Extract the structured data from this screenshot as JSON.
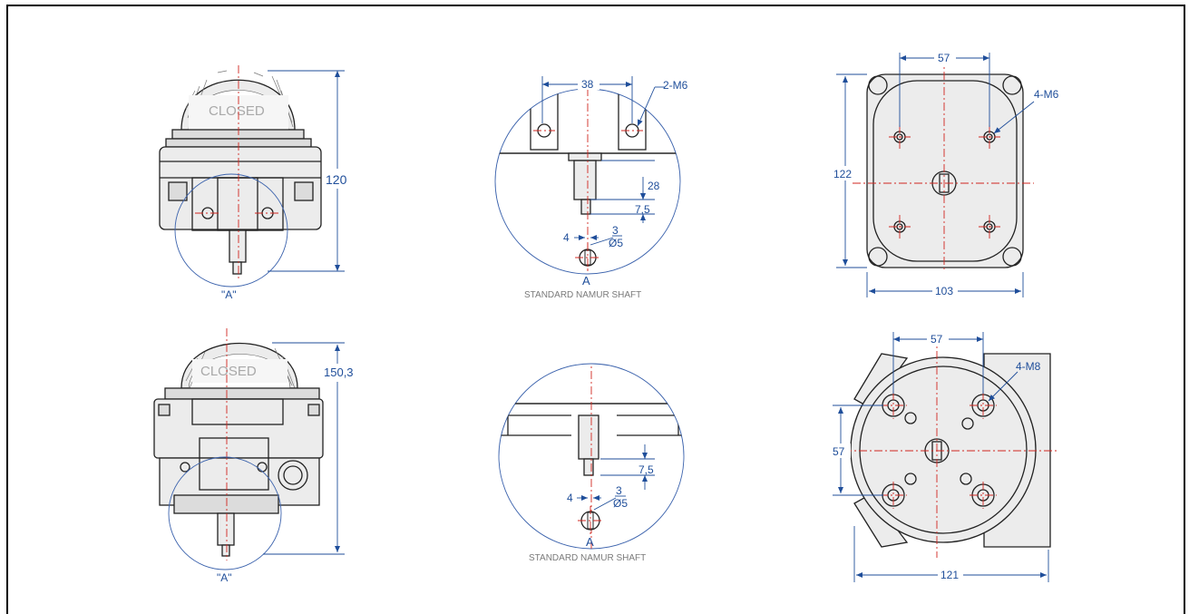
{
  "drawing": {
    "top_row": {
      "front_view": {
        "dome_text": "CLOSED",
        "height_dim": "120",
        "detail_label": "\"A\""
      },
      "shaft_detail": {
        "dim_width": "38",
        "dim_holes": "2-M6",
        "dim_shaft_length": "28",
        "dim_shaft_tip": "7,5",
        "dim_flat_width": "4",
        "dim_flat": "3",
        "dim_diameter": "Ø5",
        "section_label": "A",
        "caption": "STANDARD NAMUR SHAFT"
      },
      "bottom_view": {
        "dim_hole_spacing": "57",
        "dim_holes": "4-M6",
        "dim_height": "122",
        "dim_width": "103"
      }
    },
    "bottom_row": {
      "front_view": {
        "dome_text": "CLOSED",
        "height_dim": "150,3",
        "detail_label": "\"A\""
      },
      "shaft_detail": {
        "dim_shaft_tip": "7,5",
        "dim_flat_width": "4",
        "dim_flat": "3",
        "dim_diameter": "Ø5",
        "section_label": "A",
        "caption": "STANDARD NAMUR SHAFT"
      },
      "bottom_view": {
        "dim_hole_spacing": "57",
        "dim_holes": "4-M8",
        "dim_height": "57",
        "dim_width": "121"
      }
    },
    "colors": {
      "dimension": "#1f4e9a",
      "centerline": "#d1261f",
      "outline": "#222222",
      "frame": "#000000"
    }
  }
}
